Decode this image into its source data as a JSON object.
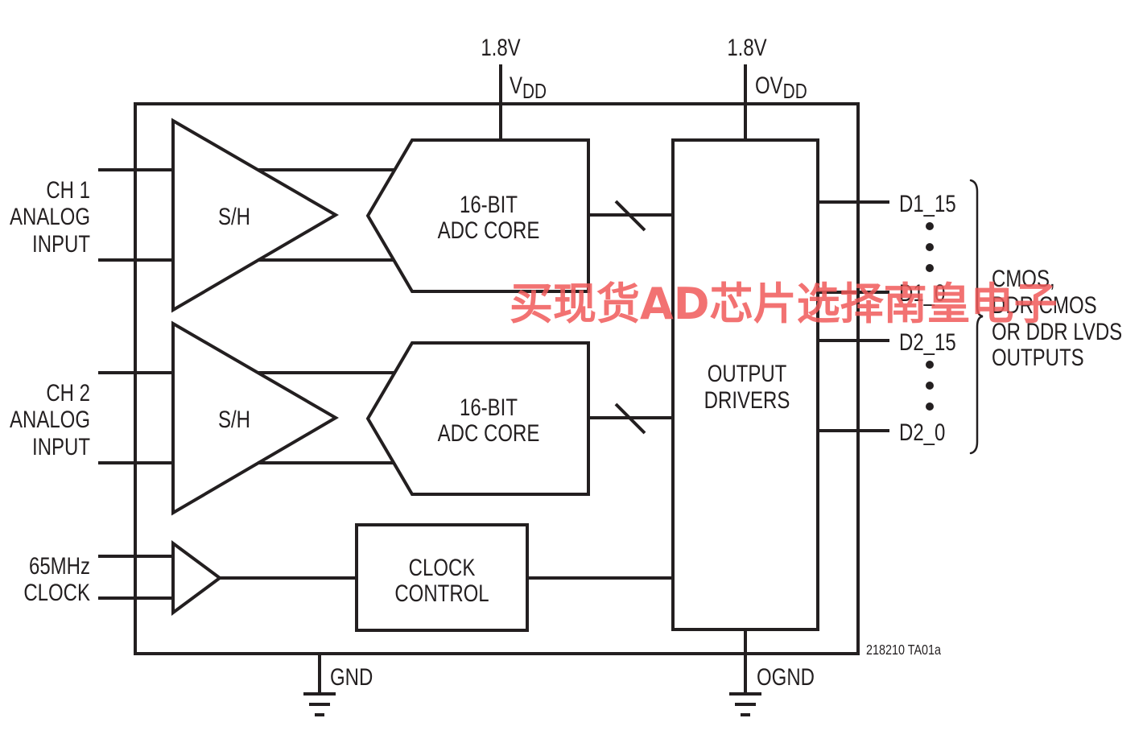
{
  "supplies": [
    {
      "voltage": "1.8V",
      "name": "V",
      "name_sub": "DD"
    },
    {
      "voltage": "1.8V",
      "name": "OV",
      "name_sub": "DD"
    }
  ],
  "channels": [
    {
      "label_lines": [
        "CH 1",
        "ANALOG",
        "INPUT"
      ],
      "sample_hold": "S/H",
      "adc_lines": [
        "16-BIT",
        "ADC CORE"
      ]
    },
    {
      "label_lines": [
        "CH 2",
        "ANALOG",
        "INPUT"
      ],
      "sample_hold": "S/H",
      "adc_lines": [
        "16-BIT",
        "ADC CORE"
      ]
    }
  ],
  "clock": {
    "input_lines": [
      "65MHz",
      "CLOCK"
    ],
    "block_lines": [
      "CLOCK",
      "CONTROL"
    ]
  },
  "output_drivers": {
    "lines": [
      "OUTPUT",
      "DRIVERS"
    ]
  },
  "outputs": {
    "pins": [
      "D1_15",
      "D1_0",
      "D2_15",
      "D2_0"
    ],
    "description_lines": [
      "CMOS,",
      "DDR CMOS",
      "OR DDR LVDS",
      "OUTPUTS"
    ]
  },
  "grounds": [
    "GND",
    "OGND"
  ],
  "figure_id": "218210 TA01a",
  "watermark": "买现货AD芯片选择南皇电子",
  "colors": {
    "line": "#231f20",
    "watermark": "#f05a5a",
    "background": "#ffffff"
  }
}
